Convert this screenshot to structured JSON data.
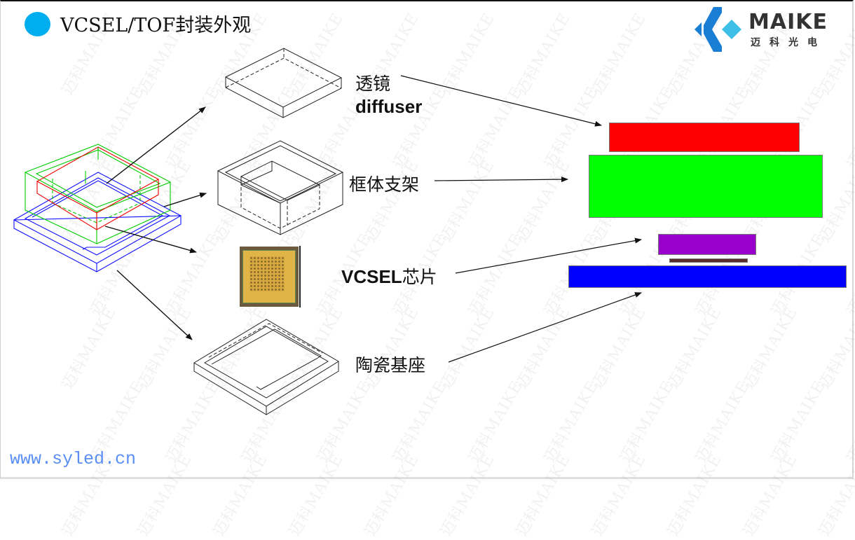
{
  "slide": {
    "title": "VCSEL/TOF封装外观",
    "title_bullet_color": "#00aeef",
    "footer_url": "www.syled.cn",
    "watermark_text": "迈科MAIKE"
  },
  "logo": {
    "name": "MAIKE",
    "subtitle": "迈科光电",
    "colors": {
      "primary": "#1a7fd4",
      "accent": "#3dbfe8",
      "text": "#333333"
    }
  },
  "components": [
    {
      "id": "lens",
      "label_cn": "透镜",
      "label_en": "diffuser",
      "section_color": "#ff0000"
    },
    {
      "id": "frame",
      "label_cn": "框体支架",
      "section_color": "#00ff00"
    },
    {
      "id": "chip",
      "label_en": "VCSEL",
      "label_cn": "芯片",
      "section_color": "#9900cc",
      "die_attach_color": "#5a2d2d"
    },
    {
      "id": "substrate",
      "label_cn": "陶瓷基座",
      "section_color": "#0000ff"
    }
  ],
  "assembly_colors": {
    "lens": "#ff0000",
    "frame": "#00dd00",
    "substrate": "#0000ff"
  }
}
